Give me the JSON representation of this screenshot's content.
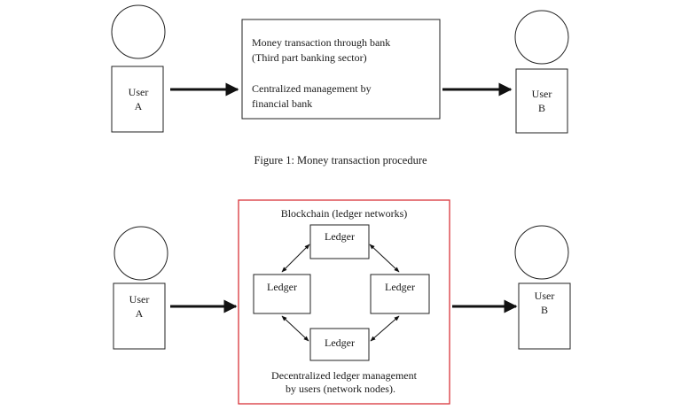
{
  "top": {
    "user_a": [
      "User",
      "A"
    ],
    "user_b": [
      "User",
      "B"
    ],
    "bank_box_lines": [
      "Money transaction through bank",
      "(Third part banking sector)",
      "",
      "Centralized management by",
      "financial bank"
    ],
    "caption": "Figure 1: Money transaction procedure"
  },
  "bottom": {
    "user_a": [
      "User",
      "A"
    ],
    "user_b": [
      "User",
      "B"
    ],
    "blockchain_title": "Blockchain (ledger networks)",
    "ledger_label": "Ledger",
    "footer_lines": [
      "Decentralized ledger management",
      "by users (network nodes)."
    ],
    "frame_color": "#d9343a"
  }
}
